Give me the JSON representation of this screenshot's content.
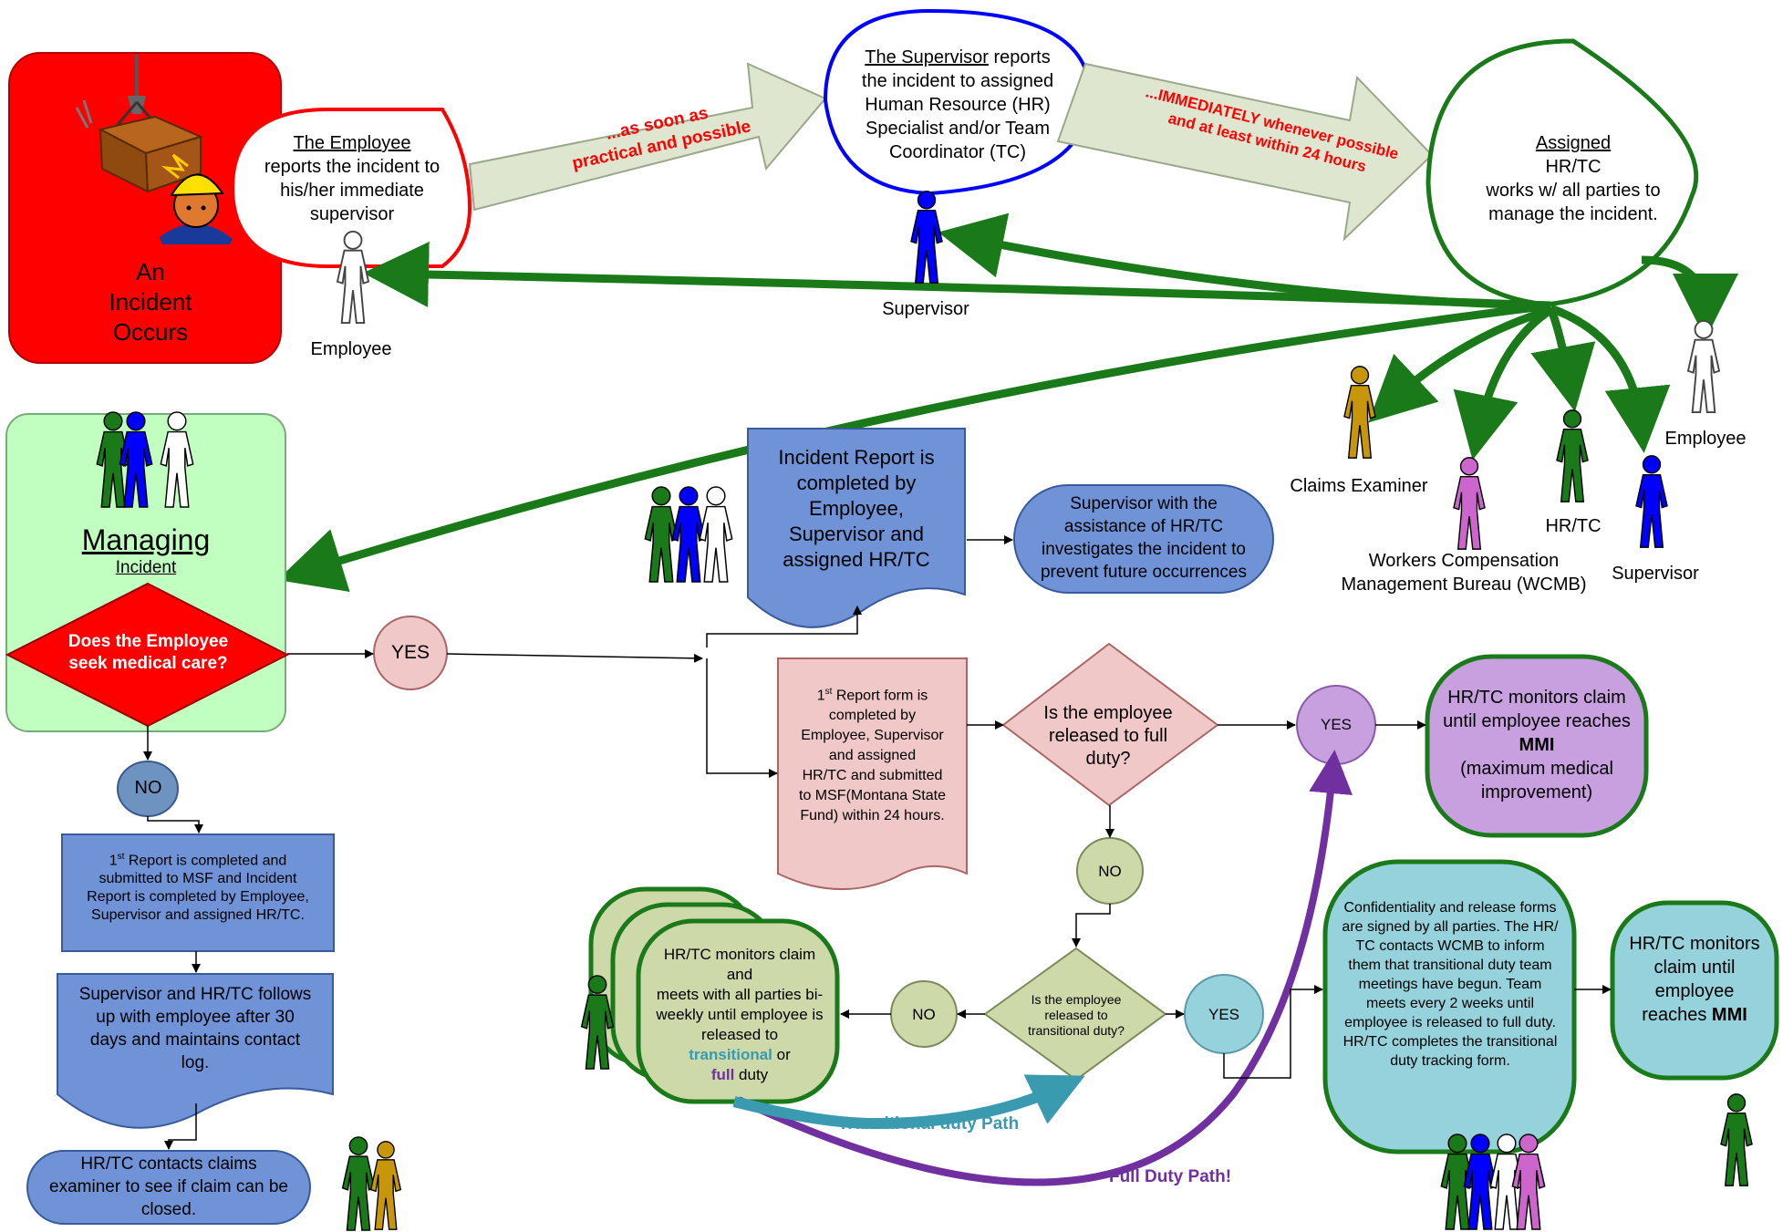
{
  "incident_box": {
    "line1": "An",
    "line2": "Incident",
    "line3": "Occurs"
  },
  "employee_bubble": {
    "title": "The Employee",
    "body1": "reports the incident to",
    "body2": "his/her immediate",
    "body3": "supervisor"
  },
  "arrow1_label": {
    "line1": "...as soon as",
    "line2": "practical and possible"
  },
  "supervisor_bubble": {
    "title": "The Supervisor",
    "title_suffix": " reports",
    "body1": "the incident to assigned",
    "body2": "Human Resource (HR)",
    "body3": "Specialist and/or Team",
    "body4": "Coordinator (TC)"
  },
  "arrow2_label": {
    "line1": "...IMMEDIATELY whenever possible",
    "line2": "and at least within 24 hours"
  },
  "hrtc_bubble": {
    "title": "Assigned",
    "body1": "HR/TC",
    "body2": "works w/ all parties to",
    "body3": "manage the incident."
  },
  "people_labels": {
    "employee_top": "Employee",
    "supervisor_top": "Supervisor",
    "claims_examiner": "Claims Examiner",
    "wcmb_line1": "Workers Compensation",
    "wcmb_line2": "Management Bureau (WCMB)",
    "hrtc": "HR/TC",
    "supervisor_right": "Supervisor",
    "employee_right": "Employee"
  },
  "managing_box": {
    "title": "Managing",
    "subtitle": "Incident"
  },
  "decision_medical": {
    "line1": "Does the Employee",
    "line2": "seek medical care?"
  },
  "yes_circle_1": "YES",
  "no_circle_1": "NO",
  "left_box_1": {
    "sup": "st",
    "line1": "Report is completed and",
    "line1_prefix": "1",
    "line2": "submitted to MSF and Incident",
    "line3": "Report is completed by Employee,",
    "line4": "Supervisor and assigned HR/TC."
  },
  "left_doc_2": {
    "line1": "Supervisor and HR/TC follows",
    "line2": "up with employee after 30",
    "line3": "days and maintains contact",
    "line4": "log."
  },
  "left_term_3": {
    "line1": "HR/TC contacts claims",
    "line2": "examiner to see if claim can be",
    "line3": "closed."
  },
  "incident_report_doc": {
    "line1": "Incident Report is",
    "line2": "completed by",
    "line3": "Employee,",
    "line4": "Supervisor and",
    "line5": "assigned HR/TC"
  },
  "investigate_term": {
    "line1": "Supervisor with the",
    "line2": "assistance of HR/TC",
    "line3": "investigates the incident to",
    "line4": "prevent future occurrences"
  },
  "first_report_doc": {
    "prefix": "1",
    "sup": "st",
    "line1": " Report form is",
    "line2": "completed by",
    "line3": "Employee, Supervisor",
    "line4": "and assigned",
    "line5": "HR/TC and submitted",
    "line6": "to MSF(Montana State",
    "line7": "Fund) within 24 hours."
  },
  "decision_full_duty": {
    "line1": "Is the employee",
    "line2": "released to full",
    "line3": "duty?"
  },
  "yes_circle_2": "YES",
  "mmi_box_1": {
    "line1": "HR/TC monitors claim",
    "line2": "until employee reaches",
    "line3": "MMI",
    "line4": "(maximum medical",
    "line5": "improvement)"
  },
  "no_circle_2": "NO",
  "decision_transitional": {
    "line1": "Is the employee",
    "line2": "released to",
    "line3": "transitional duty?"
  },
  "no_circle_3": "NO",
  "yes_circle_3": "YES",
  "monitor_stack": {
    "line1": "HR/TC monitors claim",
    "line2": "and",
    "line3": "meets with all parties bi-",
    "line4": "weekly until employee is",
    "line5": "released to",
    "transitional": "transitional",
    "or": " or",
    "full": "full",
    "duty": " duty"
  },
  "transitional_path_label": "Transitional duty Path",
  "full_duty_path_label": "Full Duty Path!",
  "confidentiality_box": {
    "line1": "Confidentiality and release forms",
    "line2": "are signed by all parties. The HR/",
    "line3": "TC contacts WCMB to inform",
    "line4": "them that transitional duty team",
    "line5": "meetings have begun. Team",
    "line6": "meets every 2 weeks until",
    "line7": "employee is released to full duty.",
    "line8": "HR/TC completes the transitional",
    "line9": "duty tracking form."
  },
  "mmi_box_2": {
    "line1": "HR/TC monitors",
    "line2": "claim until",
    "line3": "employee",
    "line4": "reaches ",
    "line4_bold": "MMI"
  },
  "colors": {
    "red": "#ff0000",
    "blue": "#0000ff",
    "green": "#1a7a1a",
    "gold": "#c8960a",
    "pink": "#cc66cc",
    "navy_fill": "#6f93d6",
    "light_green": "#c0ffc0",
    "pink_fill": "#f0c8c8",
    "purple_fill": "#c8a0e0",
    "teal_fill": "#96d2dc",
    "olive_fill": "#cdd9a8",
    "gray_arrow": "#dfe6d0"
  },
  "icons": [
    "falling-crate-icon",
    "worker-hardhat-icon",
    "person-icon"
  ]
}
